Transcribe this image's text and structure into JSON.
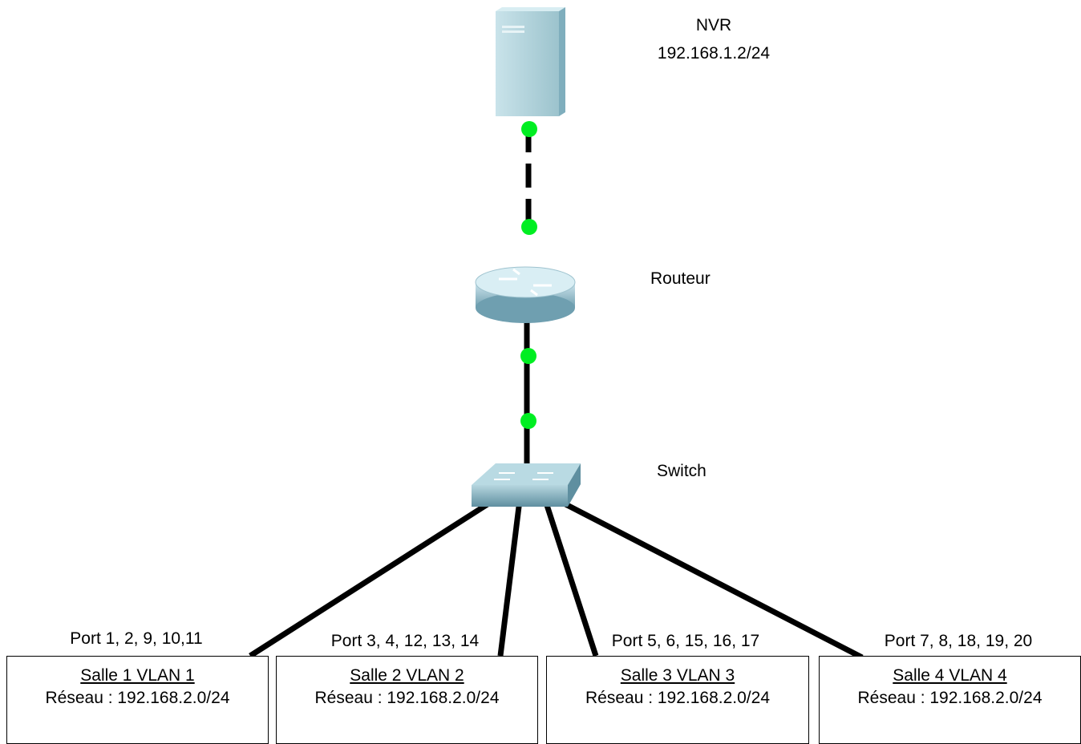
{
  "nvr": {
    "name": "NVR",
    "ip": "192.168.1.2/24"
  },
  "router": {
    "name": "Routeur"
  },
  "switch": {
    "name": "Switch"
  },
  "rooms": [
    {
      "ports": "Port 1, 2, 9, 10,11",
      "title": "Salle 1   VLAN 1",
      "network": "Réseau : 192.168.2.0/24"
    },
    {
      "ports": "Port 3, 4, 12, 13, 14",
      "title": "Salle 2    VLAN 2",
      "network": "Réseau : 192.168.2.0/24"
    },
    {
      "ports": "Port 5, 6, 15, 16, 17",
      "title": "Salle 3   VLAN 3",
      "network": "Réseau : 192.168.2.0/24"
    },
    {
      "ports": "Port 7, 8, 18, 19, 20",
      "title": "Salle 4   VLAN 4",
      "network": "Réseau : 192.168.2.0/24"
    }
  ],
  "colors": {
    "link_up": "#00ee22",
    "cable": "#000000",
    "device": "#a9cfd8"
  }
}
